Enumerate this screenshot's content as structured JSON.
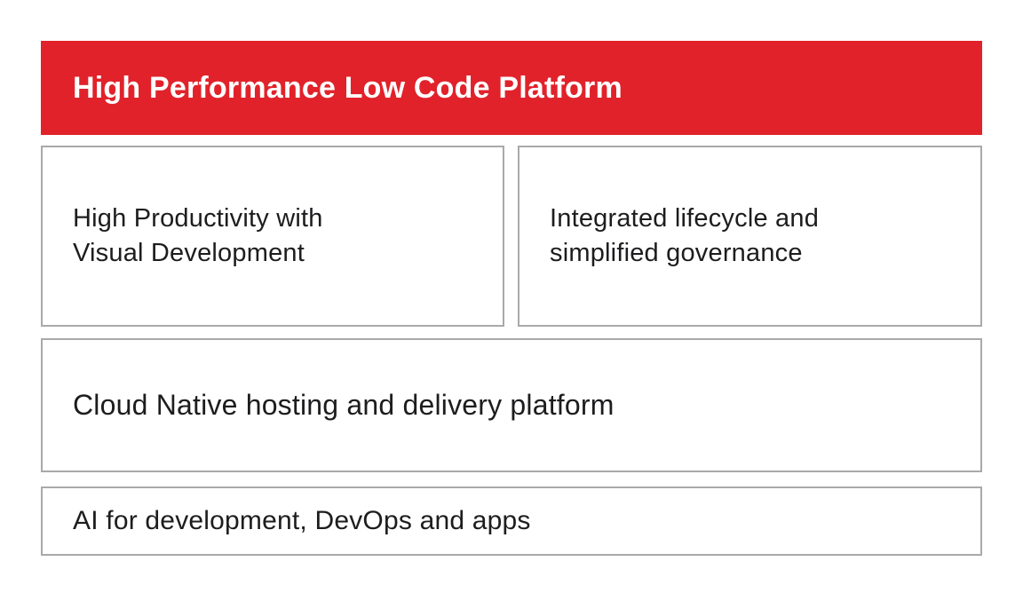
{
  "header": {
    "title": "High Performance Low Code Platform"
  },
  "boxes": {
    "productivity": {
      "line1": "High Productivity with",
      "line2": "Visual Development"
    },
    "lifecycle": {
      "line1": "Integrated lifecycle and",
      "line2": "simplified governance"
    },
    "cloud": {
      "label": "Cloud Native hosting and delivery platform"
    },
    "ai": {
      "label": "AI for development, DevOps and apps"
    }
  },
  "colors": {
    "accent_red": "#e1222a",
    "border_gray": "#a9a9a9",
    "text_dark": "#1d1d1f",
    "banner_text": "#ffffff",
    "background": "#ffffff"
  }
}
